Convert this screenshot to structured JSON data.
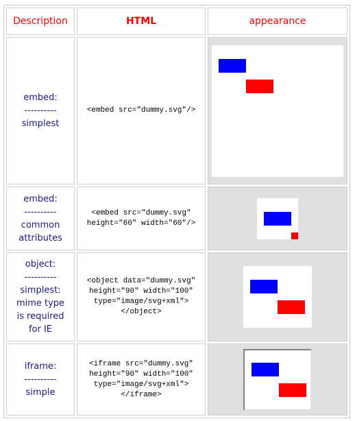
{
  "headers": {
    "description": "Description",
    "html": "HTML",
    "appearance": "appearance"
  },
  "colors": {
    "header_text": "#ff0000",
    "desc_text": "#1a1a80",
    "blue_rect": "#0000ff",
    "red_rect": "#ff0000",
    "cell_bg": "#e0e0e0"
  },
  "rows": [
    {
      "desc": [
        "embed:",
        "----------",
        "simplest"
      ],
      "code": [
        "<embed src=\"dummy.svg\"/>"
      ]
    },
    {
      "desc": [
        "embed:",
        "----------",
        "common",
        "attributes"
      ],
      "code": [
        "<embed src=\"dummy.svg\"",
        "height=\"60\" width=\"60\"/>"
      ]
    },
    {
      "desc": [
        "object:",
        "----------",
        "simplest:",
        "mime type",
        "is required",
        "for IE"
      ],
      "code": [
        "<object data=\"dummy.svg\"",
        "height=\"90\" width=\"100\"",
        "type=\"image/svg+xml\">",
        "</object>"
      ]
    },
    {
      "desc": [
        "iframe:",
        "----------",
        "simple"
      ],
      "code": [
        "<iframe src=\"dummy.svg\"",
        "height=\"90\" width=\"100\"",
        "type=\"image/svg+xml\">",
        "</iframe>"
      ]
    }
  ]
}
